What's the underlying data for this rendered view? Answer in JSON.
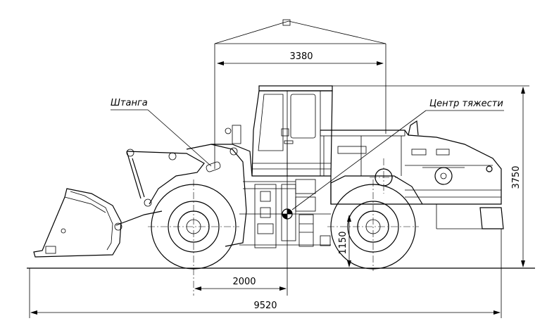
{
  "labels": {
    "boom_label": "Штанга",
    "cog_label": "Центр тяжести"
  },
  "dimensions": {
    "cab_width": "3380",
    "height": "3750",
    "wheelbase_cog": "2000",
    "overall_length": "9520",
    "cog_height": "1150"
  },
  "colors": {
    "line": "#000000",
    "background": "#ffffff"
  }
}
